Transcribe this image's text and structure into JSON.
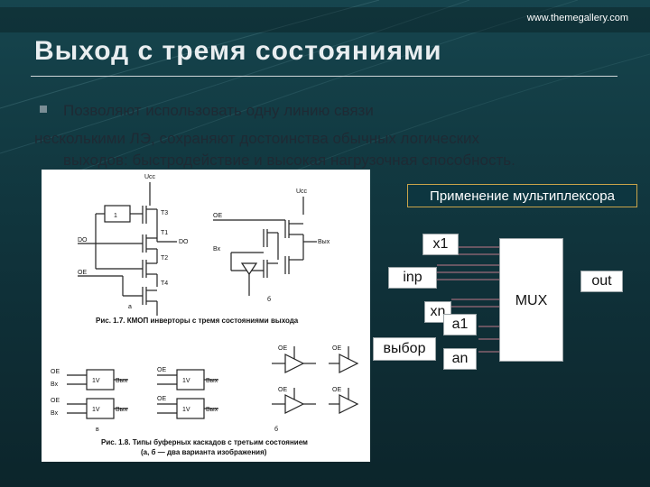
{
  "header": {
    "url": "www.themegallery.com"
  },
  "slide": {
    "title": "Выход с тремя состояниями",
    "bullet": {
      "line1": "Позволяют использовать одну линию связи",
      "line2": "несколькими ЛЭ, сохраняют достоинства обычных логических",
      "line3": "выходов: быстродействие и высокая нагрузочная способность."
    }
  },
  "figure": {
    "fig1_caption": "Рис. 1.7. КМОП инверторы с тремя состояниями выхода",
    "fig2_caption_1": "Рис. 1.8. Типы буферных каскадов с третьим состоянием",
    "fig2_caption_2": "(а, б — два варианта изображения)",
    "labels": {
      "ucc": "Uсс",
      "t3": "Т3",
      "t1": "Т1",
      "t2": "Т2",
      "t4": "Т4",
      "do": "DO",
      "do_bar": "DO",
      "oe": "OE",
      "one": "1",
      "a": "а",
      "b": "б",
      "vx": "Вх",
      "vyx": "Вых",
      "v": "в",
      "g": "б",
      "buf": "1V"
    }
  },
  "mux": {
    "title": "Применение мультиплексора",
    "x1": "x1",
    "inp": "inp",
    "xn": "xn",
    "select": "выбор",
    "a1": "a1",
    "an": "an",
    "block": "MUX",
    "out": "out"
  }
}
